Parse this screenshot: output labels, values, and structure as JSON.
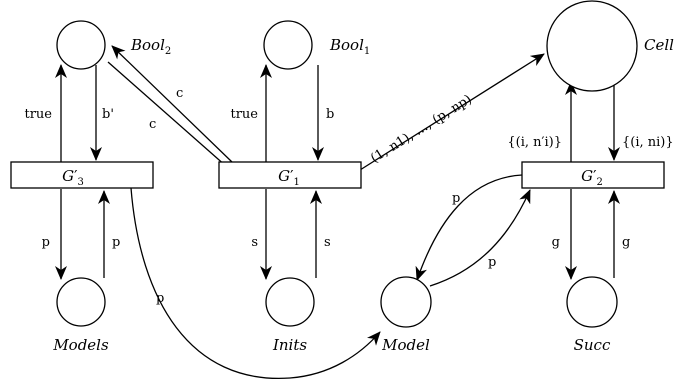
{
  "places": {
    "bool2": {
      "label": "Bool",
      "sub": "2"
    },
    "bool1": {
      "label": "Bool",
      "sub": "1"
    },
    "cell": {
      "label": "Cell"
    },
    "models": {
      "label": "Models"
    },
    "inits": {
      "label": "Inits"
    },
    "model": {
      "label": "Model"
    },
    "succ": {
      "label": "Succ"
    }
  },
  "transitions": {
    "g3": {
      "label": "G",
      "prime": "′",
      "sub": "3"
    },
    "g1": {
      "label": "G",
      "prime": "′",
      "sub": "1"
    },
    "g2": {
      "label": "G",
      "prime": "′",
      "sub": "2"
    }
  },
  "arc_labels": {
    "g3_to_bool2": "true",
    "bool2_to_g3": "b'",
    "bool2_to_g1": "c",
    "g1_to_bool2": "c",
    "g1_to_bool1": "true",
    "bool1_to_g1": "b",
    "g1_to_cell": "(1, n1), …, (p, np)",
    "g2_to_cell": "{(i, n′i)}",
    "cell_to_g2": "{(i, ni)}",
    "g3_to_models": "p",
    "models_to_g3": "p",
    "g1_to_inits": "s",
    "inits_to_g1": "s",
    "g3_to_model": "p",
    "g2_to_model": "p",
    "model_to_g2": "p",
    "g2_to_succ": "g",
    "succ_to_g2": "g"
  }
}
